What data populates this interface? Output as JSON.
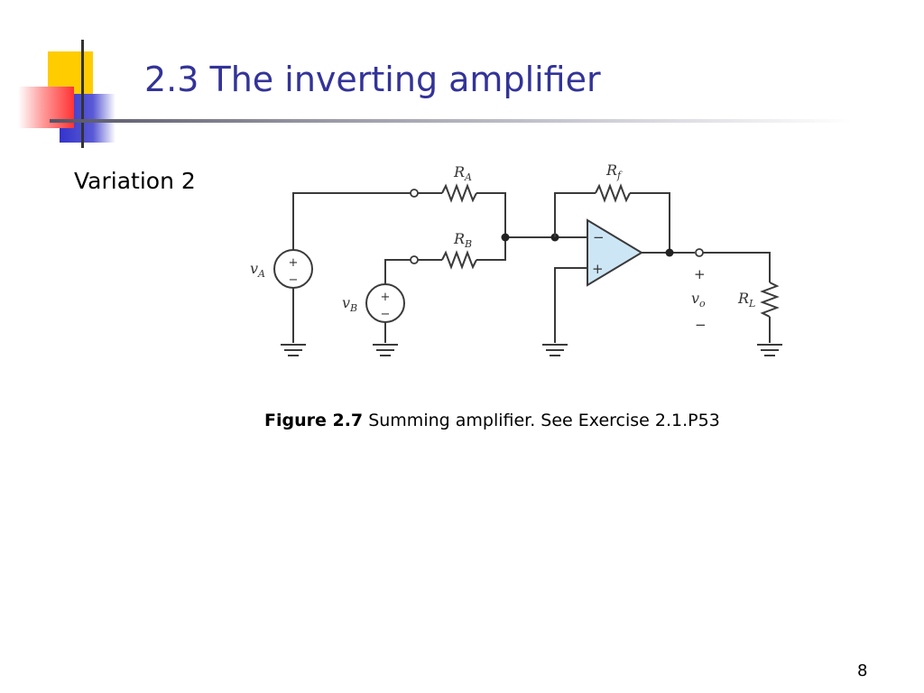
{
  "slide": {
    "title": "2.3 The inverting amplifier",
    "subtitle": "Variation 2",
    "page_number": "8"
  },
  "figure": {
    "caption_bold": "Figure 2.7",
    "caption_text": " Summing amplifier.  See Exercise 2.1.P53"
  },
  "circuit": {
    "resistors": {
      "ra": {
        "main": "R",
        "sub": "A"
      },
      "rb": {
        "main": "R",
        "sub": "B"
      },
      "rf": {
        "main": "R",
        "sub": "f"
      },
      "rl": {
        "main": "R",
        "sub": "L"
      }
    },
    "sources": {
      "va": {
        "main": "v",
        "sub": "A"
      },
      "vb": {
        "main": "v",
        "sub": "B"
      }
    },
    "output": {
      "main": "v",
      "sub": "o"
    },
    "signs": {
      "plus": "+",
      "minus": "−"
    },
    "opamp_fill": "#cde6f5"
  },
  "colors": {
    "title": "#333399",
    "deco_yellow": "#ffcc00",
    "deco_blue": "#3333cc",
    "deco_red": "#ff3333"
  }
}
